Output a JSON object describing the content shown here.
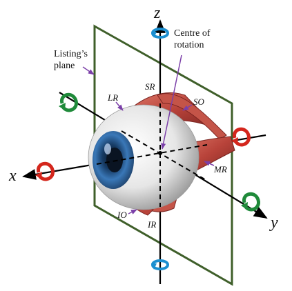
{
  "axes": {
    "x": "x",
    "y": "y",
    "z": "z"
  },
  "annotations": {
    "listings_plane_line1": "Listing’s",
    "listings_plane_line2": "plane",
    "centre_line1": "Centre of",
    "centre_line2": "rotation"
  },
  "muscles": {
    "LR": "LR",
    "SR": "SR",
    "SO": "SO",
    "MR": "MR",
    "IO": "IO",
    "IR": "IR"
  },
  "colors": {
    "plane": "#3f5f2a",
    "axis": "#000000",
    "pointer": "#7b3fa8",
    "arrow_green": "#1f8a3a",
    "arrow_red": "#d4261c",
    "arrow_blue": "#1c8fd0",
    "iris": "#2f6aa6",
    "muscle": "#b8433a"
  },
  "icons": [
    "rotation-arrow-icon"
  ]
}
